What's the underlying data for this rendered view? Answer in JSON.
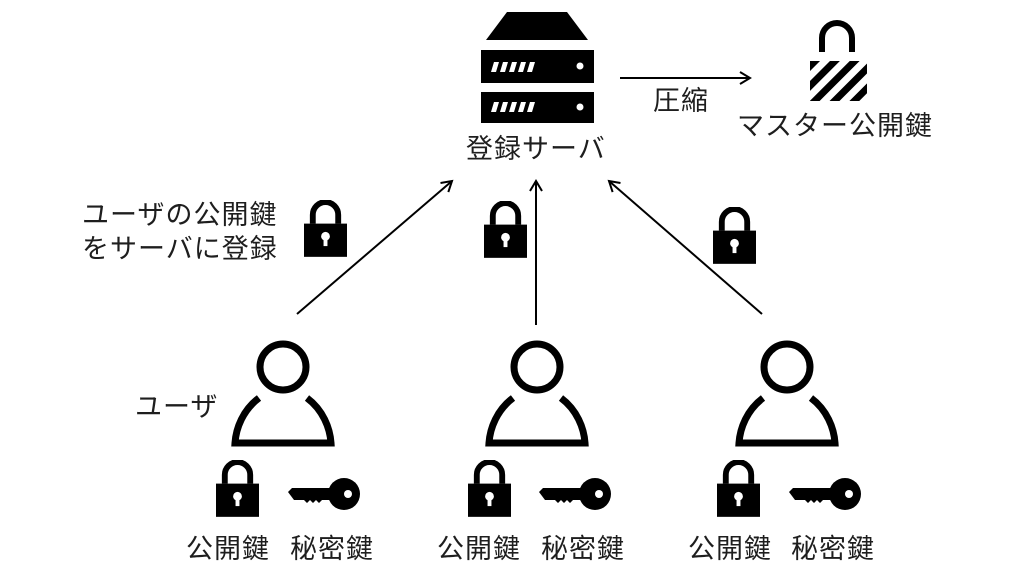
{
  "server": {
    "label": "登録サーバ",
    "icon": "server-icon"
  },
  "compress": {
    "label": "圧縮"
  },
  "master_key": {
    "label": "マスター公開鍵",
    "icon": "striped-padlock-icon"
  },
  "register_note": {
    "line1": "ユーザの公開鍵",
    "line2": "をサーバに登録"
  },
  "user_label": "ユーザ",
  "users": [
    {
      "public_key_label": "公開鍵",
      "private_key_label": "秘密鍵"
    },
    {
      "public_key_label": "公開鍵",
      "private_key_label": "秘密鍵"
    },
    {
      "public_key_label": "公開鍵",
      "private_key_label": "秘密鍵"
    }
  ],
  "colors": {
    "ink": "#000000",
    "text": "#1e1e1e",
    "background": "#ffffff"
  }
}
